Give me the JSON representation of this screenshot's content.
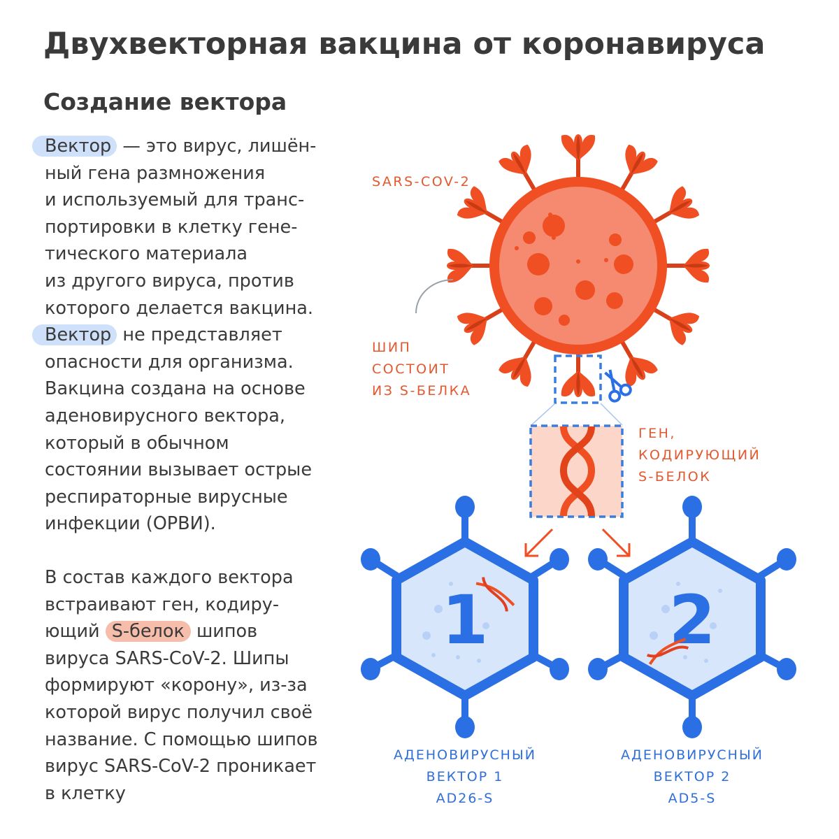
{
  "title": "Двухвекторная вакцина от коронавируса",
  "subtitle": "Создание вектора",
  "paragraph1": {
    "highlight1": "Вектор",
    "line1_rest": " — это вирус, лишён-",
    "lines_a": [
      "ный гена размножения",
      "и используемый для транс-",
      "портировки в клетку гене-",
      "тического материала",
      "из другого вируса, против",
      "которого делается вакцина."
    ],
    "highlight2": "Вектор",
    "line8_rest": " не представляет",
    "lines_b": [
      "опасности для организма.",
      "Вакцина создана на основе",
      "аденовирусного вектора,",
      "который в обычном",
      "состоянии вызывает острые",
      "респираторные вирусные",
      "инфекции (ОРВИ)."
    ]
  },
  "paragraph2": {
    "lines_a": [
      "В состав каждого вектора",
      "встраивают ген, кодиру-"
    ],
    "line3_pre": "ющий ",
    "highlight": "S-белок",
    "line3_post": " шипов",
    "lines_b": [
      "вируса SARS-CoV-2. Шипы",
      "формируют «корону», из-за",
      "которой вирус получил своё",
      "название. С помощью шипов",
      "вирус SARS-CoV-2 проникает",
      "в клетку"
    ]
  },
  "diagram": {
    "virus_label": "SARS-COV-2",
    "spike_label": [
      "ШИП",
      "СОСТОИТ",
      "ИЗ S-БЕЛКА"
    ],
    "gene_label": [
      "ГЕН,",
      "КОДИРУЮЩИЙ",
      "S-БЕЛОК"
    ],
    "vector1": {
      "number": "1",
      "label": [
        "АДЕНОВИРУСНЫЙ",
        "ВЕКТОР 1",
        "AD26-S"
      ]
    },
    "vector2": {
      "number": "2",
      "label": [
        "АДЕНОВИРУСНЫЙ",
        "ВЕКТОР 2",
        "AD5-S"
      ]
    }
  },
  "colors": {
    "virus": "#f04e23",
    "virus_fill": "#f58a70",
    "vector": "#2a6fe3",
    "vector_fill": "#d8e6fb",
    "highlight_blue": "#cfe0fa",
    "highlight_pink": "#f7bdab"
  }
}
